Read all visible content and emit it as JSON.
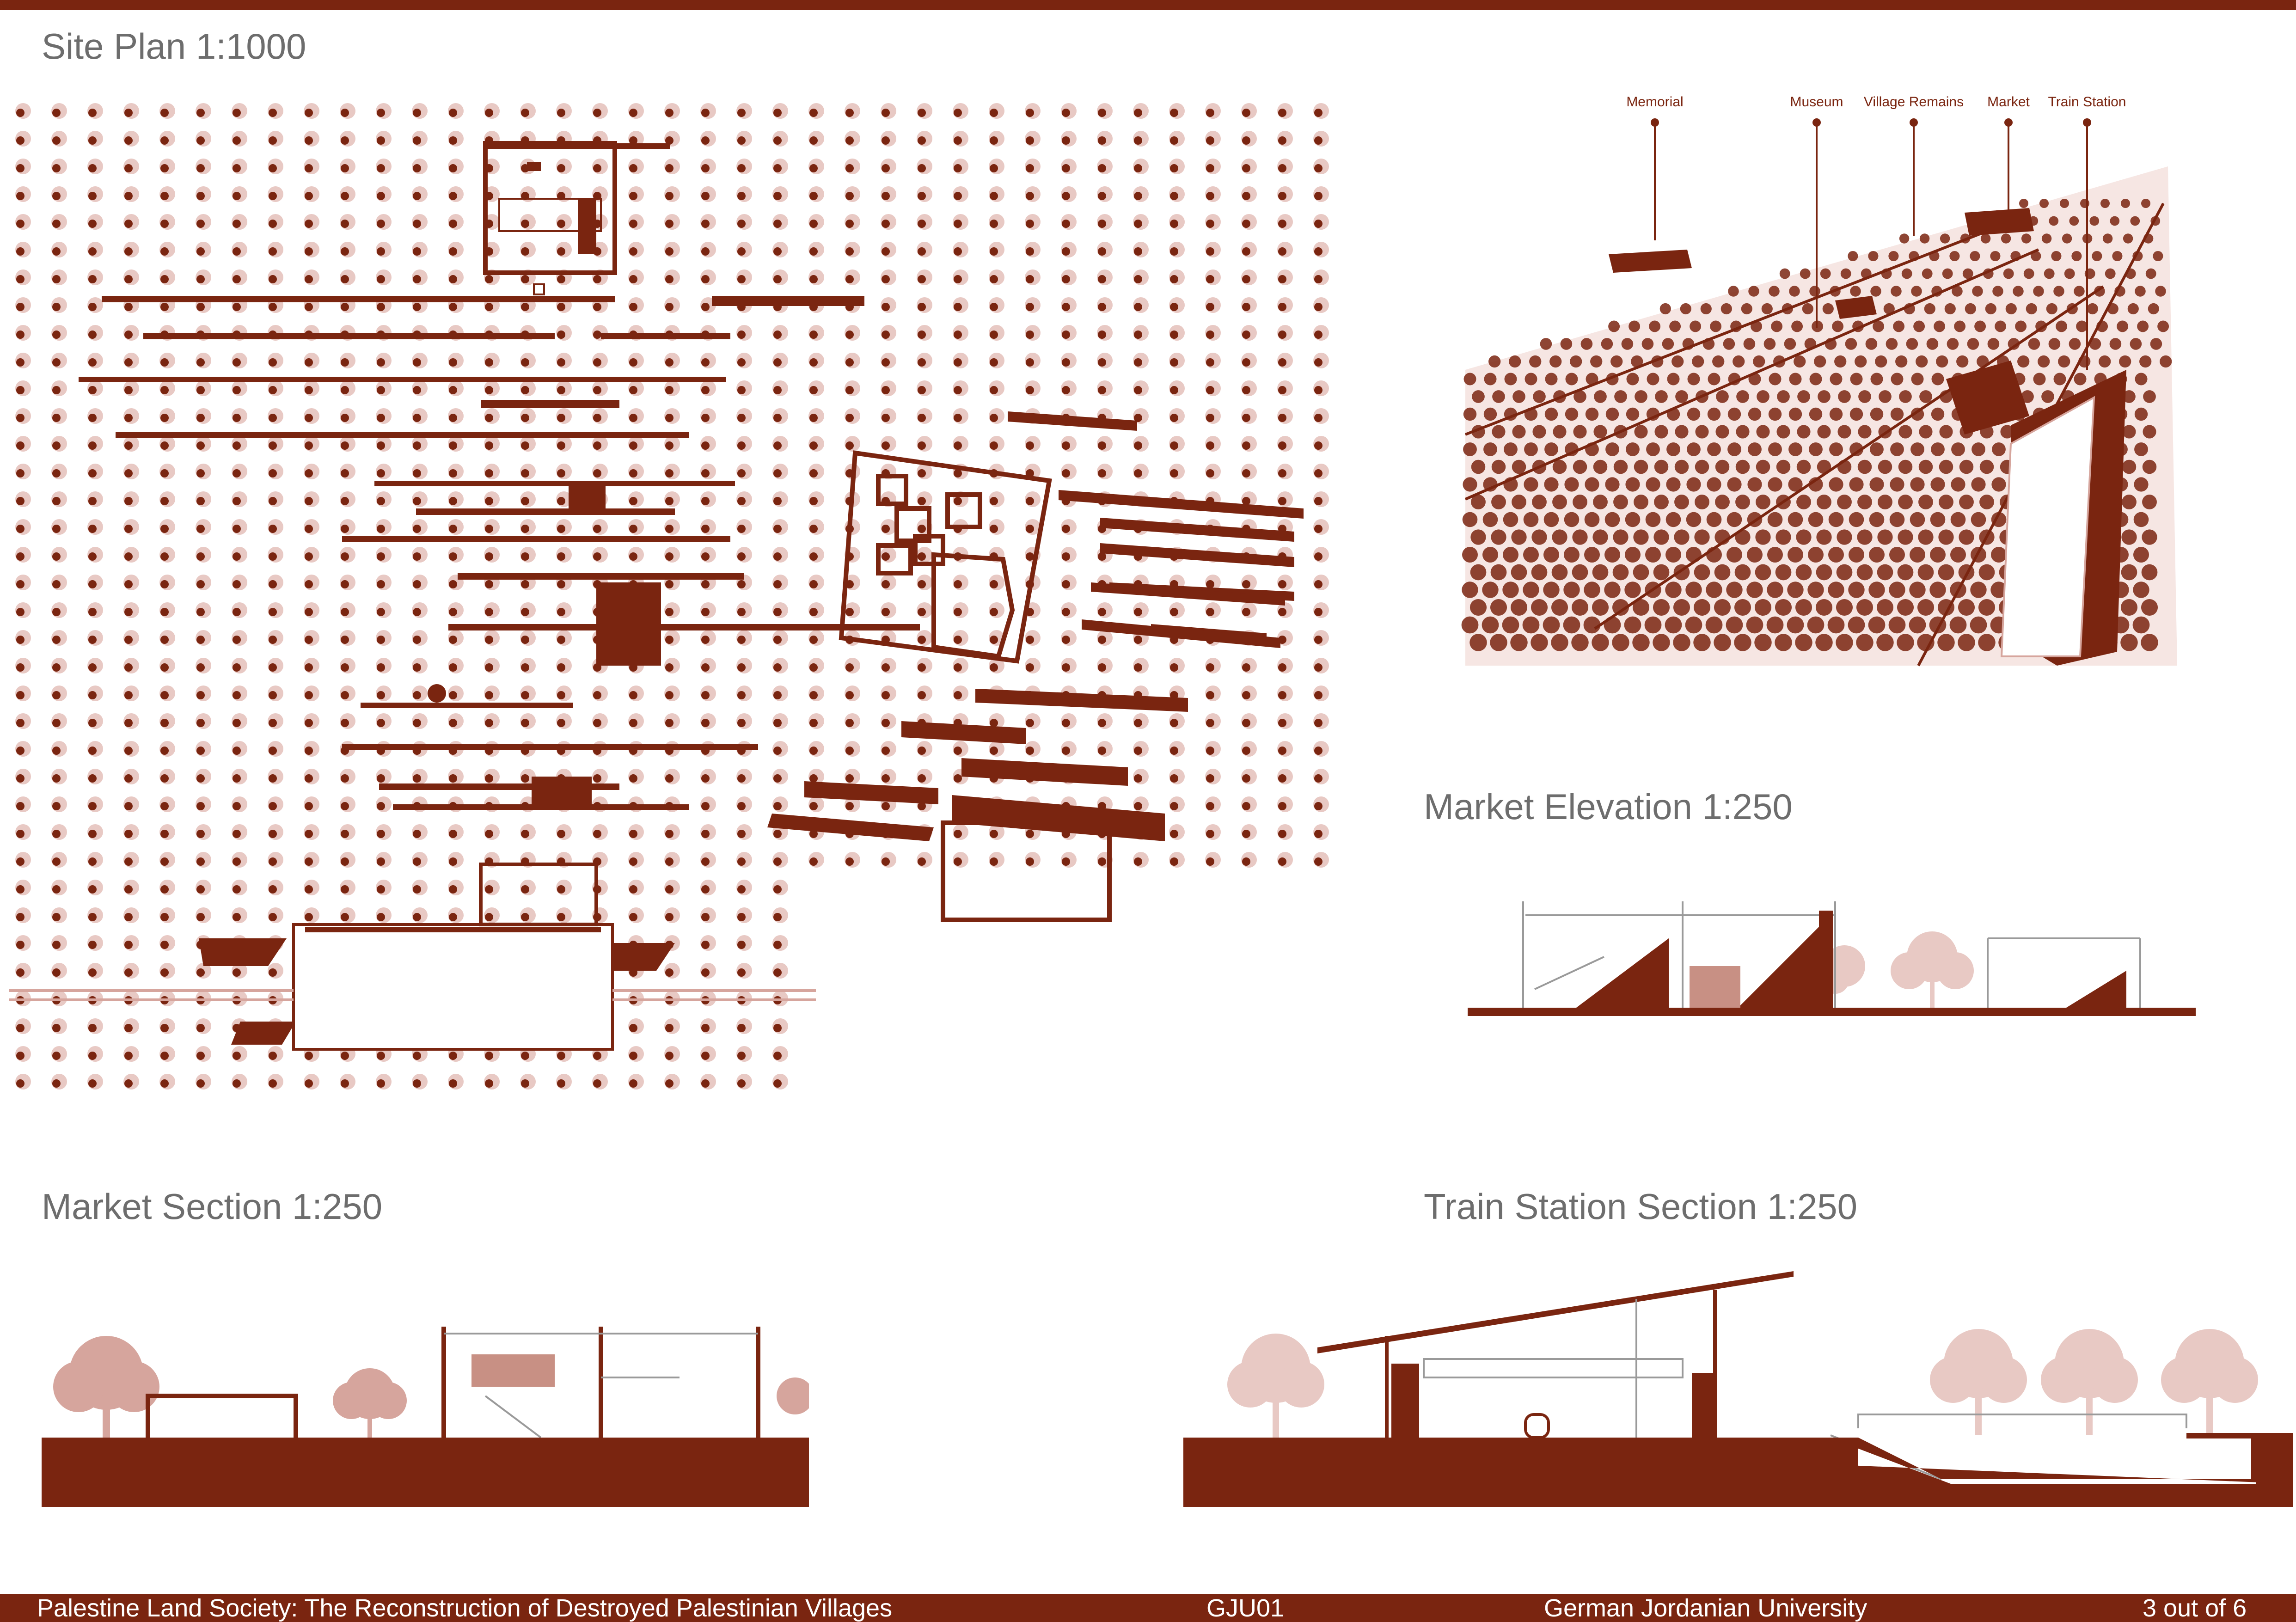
{
  "titles": {
    "site_plan": "Site Plan 1:1000",
    "market_elevation": "Market Elevation 1:250",
    "market_section": "Market Section 1:250",
    "train_station_section": "Train Station Section 1:250"
  },
  "aerial_labels": [
    "Memorial",
    "Museum",
    "Village Remains",
    "Market",
    "Train Station"
  ],
  "footer": {
    "project": "Palestine Land Society: The Reconstruction of Destroyed Palestinian Villages",
    "code": "GJU01",
    "university": "German Jordanian University",
    "page": "3 out of 6"
  },
  "colors": {
    "accent": "#7a2510",
    "tree_light": "#e8c9c4",
    "tree_mid": "#d6a59d",
    "title_gray": "#6d6d6d"
  }
}
